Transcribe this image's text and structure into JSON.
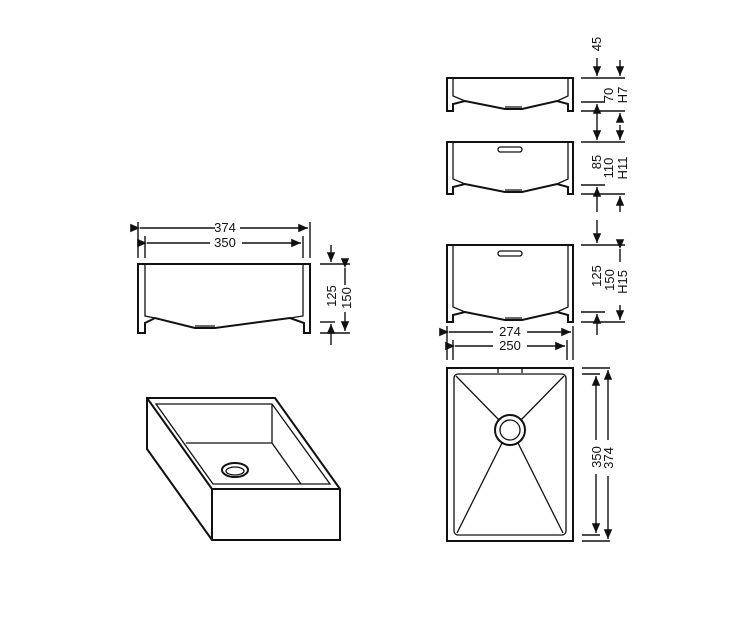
{
  "diagram": {
    "front_view": {
      "outer_width": "374",
      "inner_width": "350",
      "inner_height": "125",
      "outer_height": "150"
    },
    "side_views": [
      {
        "model": "H7",
        "top_offset": "45",
        "inner_height": "70"
      },
      {
        "model": "H11",
        "top_offset": "85",
        "inner_height": "110"
      },
      {
        "model": "H15",
        "inner_height": "125",
        "outer_height": "150"
      }
    ],
    "top_view": {
      "outer_width": "274",
      "inner_width": "250",
      "inner_length": "350",
      "outer_length": "374"
    },
    "isometric_view": {
      "label": ""
    },
    "colors": {
      "line": "#111111",
      "background": "#ffffff"
    }
  }
}
